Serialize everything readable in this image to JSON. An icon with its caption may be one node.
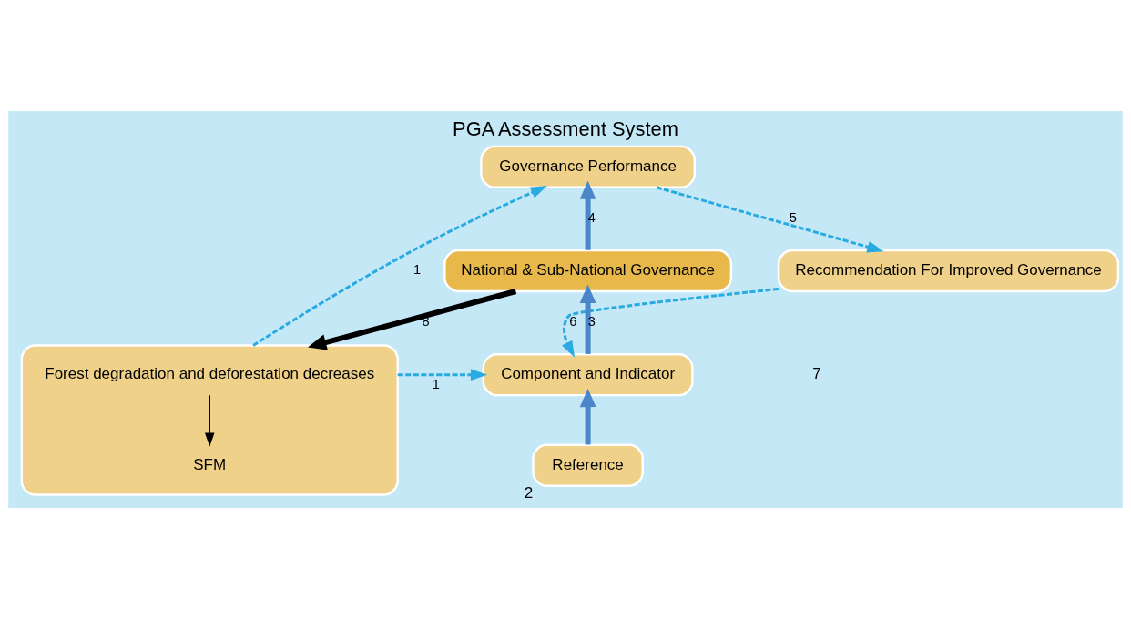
{
  "diagram": {
    "title": "PGA Assessment System",
    "nodes": [
      {
        "text": [
          "Governance Performance"
        ]
      },
      {
        "text": [],
        "shape": "box"
      },
      {
        "text": [
          "Forest degradation and deforestation decreases"
        ],
        "in": 1
      },
      {
        "text": [
          "SFM"
        ],
        "in": 1
      },
      {
        "text": [
          "National & Sub-National Governance"
        ]
      },
      {
        "text": [
          "Recommendation For Improved Governance"
        ]
      },
      {
        "text": [
          "Component and Indicator"
        ]
      },
      {
        "text": [
          "Reference"
        ],
        "beside": [
          "2"
        ]
      }
    ],
    "edges": [
      {
        "from": 1,
        "to": 0,
        "arrow": "to",
        "label": "1",
        "style": "dashed"
      },
      {
        "from": 0,
        "to": 5,
        "arrow": "to",
        "label": "5",
        "style": "dashed"
      },
      {
        "from": 4,
        "to": 0,
        "arrow": "to",
        "label": "4",
        "style": "thick",
        "color": "#4a86c8"
      },
      {
        "from": 4,
        "to": 1,
        "arrow": "to",
        "label": "8",
        "style": "thick",
        "color": "#000000"
      },
      {
        "from": 2,
        "to": 3,
        "arrow": "to",
        "color": "#000000"
      },
      {
        "from": 6,
        "to": 4,
        "arrow": "to",
        "label": "3",
        "style": "thick",
        "color": "#4a86c8"
      },
      {
        "from": 1,
        "to": 6,
        "arrow": "to",
        "label": "1",
        "style": "dashed"
      },
      {
        "from": 5,
        "to": 6,
        "arrow": "to",
        "label": "6",
        "style": "dashed"
      },
      {
        "from": 7,
        "to": 6,
        "arrow": "to",
        "style": "thick",
        "color": "#4a86c8"
      }
    ],
    "labels": [
      "7"
    ]
  }
}
